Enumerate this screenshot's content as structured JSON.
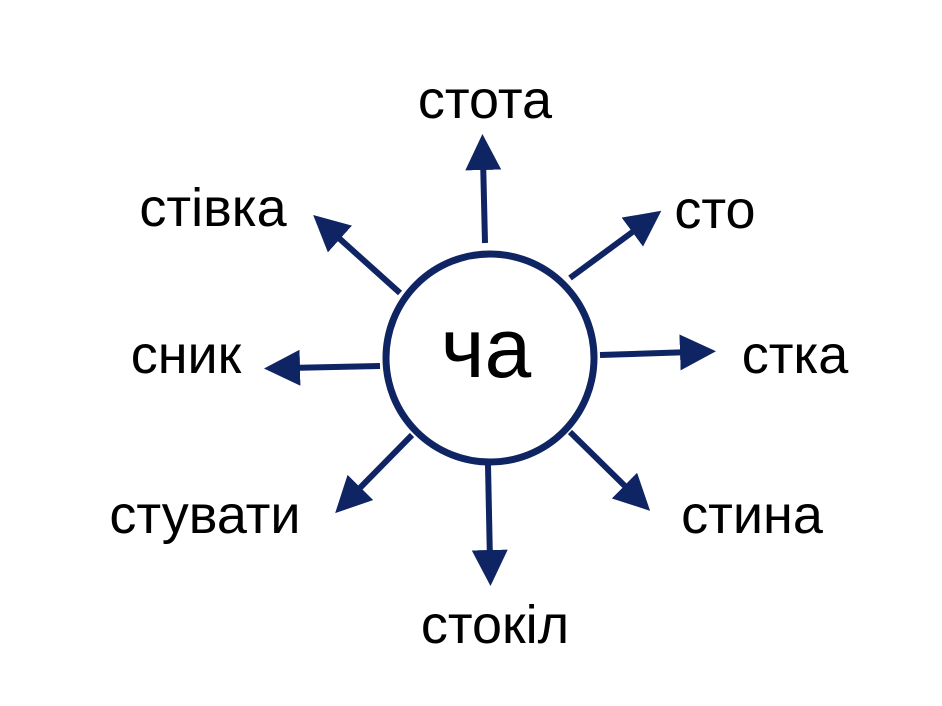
{
  "center": {
    "label": "ча"
  },
  "words": {
    "top": "стота",
    "top_right": "сто",
    "right": "стка",
    "bottom_right": "стина",
    "bottom": "стокіл",
    "bottom_left": "стувати",
    "left": "сник",
    "top_left": "стівка"
  },
  "colors": {
    "arrow": "#0f2463",
    "text": "#000000"
  }
}
